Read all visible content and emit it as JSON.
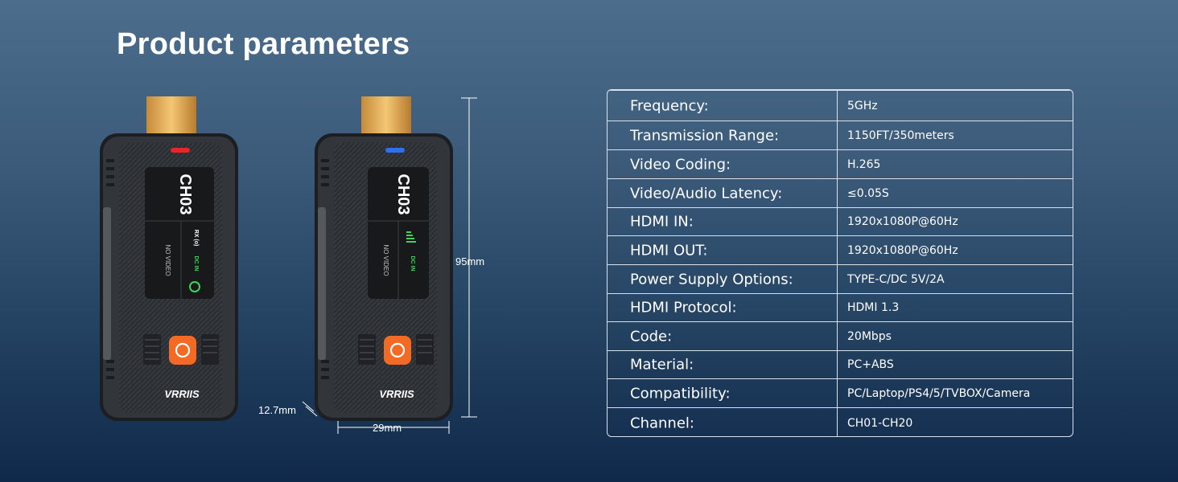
{
  "title": "Product parameters",
  "devices": [
    {
      "channel": "CH03",
      "status": "NO VIDEO",
      "label_rx": "RX (o)",
      "label_dc": "DC IN",
      "brand": "VRRIIS",
      "led_color": "#e8262a"
    },
    {
      "channel": "CH03",
      "status": "NO VIDEO",
      "label_dc": "DC IN",
      "brand": "VRRIIS",
      "led_color": "#2f6ff0"
    }
  ],
  "dimensions": {
    "height": "95mm",
    "width": "29mm",
    "depth": "12.7mm"
  },
  "specs": [
    {
      "label": "Frequency:",
      "value": "5GHz"
    },
    {
      "label": "Transmission Range:",
      "value": "1150FT/350meters"
    },
    {
      "label": "Video Coding:",
      "value": "H.265"
    },
    {
      "label": "Video/Audio Latency:",
      "value": "≤0.05S"
    },
    {
      "label": "HDMI IN:",
      "value": "1920x1080P@60Hz"
    },
    {
      "label": "HDMI OUT:",
      "value": "1920x1080P@60Hz"
    },
    {
      "label": "Power Supply Options:",
      "value": "TYPE-C/DC 5V/2A"
    },
    {
      "label": "HDMI Protocol:",
      "value": "HDMI 1.3"
    },
    {
      "label": "Code:",
      "value": "20Mbps"
    },
    {
      "label": "Material:",
      "value": "PC+ABS"
    },
    {
      "label": "Compatibility:",
      "value": "PC/Laptop/PS4/5/TVBOX/Camera"
    },
    {
      "label": "Channel:",
      "value": "CH01-CH20"
    }
  ]
}
